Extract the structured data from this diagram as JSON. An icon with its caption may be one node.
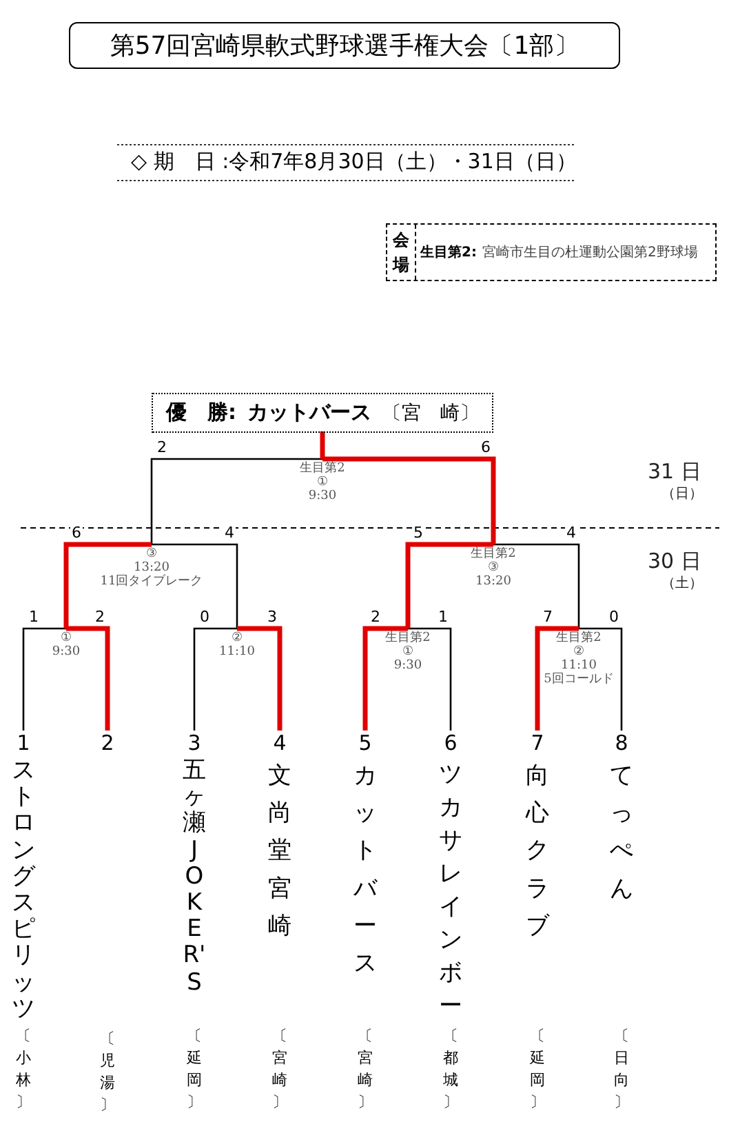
{
  "diagram": {
    "title": "第57回宮崎県軟式野球選手権大会〔1部〕",
    "nodes": [
      {
        "text": [
          "会場",
          "生目第2:",
          "宮崎市生目の杜運動公園第2野球場"
        ]
      },
      {
        "text": [
          "優　勝:",
          "カットバース",
          "〔宮　崎〕"
        ]
      },
      {
        "text": [
          "生目第2",
          "①",
          "9:30"
        ]
      },
      {
        "text": [
          "③",
          "13:20",
          "11回タイブレーク"
        ]
      },
      {
        "text": [
          "生目第2",
          "③",
          "13:20"
        ]
      },
      {
        "text": [
          "①",
          "9:30"
        ]
      },
      {
        "text": [
          "②",
          "11:10"
        ]
      },
      {
        "text": [
          "生目第2",
          "①",
          "9:30"
        ]
      },
      {
        "text": [
          "生目第2",
          "②",
          "11:10",
          "5回コールド"
        ]
      },
      {
        "text": [
          "1",
          "ストロングスピリッツ",
          "〔小林〕"
        ]
      },
      {
        "text": [
          "2",
          "〔児湯〕"
        ]
      },
      {
        "text": [
          "3",
          "五ヶ瀬JOKER'S",
          "〔延岡〕"
        ]
      },
      {
        "text": [
          "4",
          "文尚堂宮崎",
          "〔宮崎〕"
        ]
      },
      {
        "text": [
          "5",
          "カットバース",
          "〔宮崎〕"
        ]
      },
      {
        "text": [
          "6",
          "ツカサレインボー",
          "〔都城〕"
        ]
      },
      {
        "text": [
          "7",
          "向心クラブ",
          "〔延岡〕"
        ]
      },
      {
        "text": [
          "8",
          "てっぺん",
          "〔日向〕"
        ]
      }
    ],
    "edges": [
      {
        "from": 9,
        "to": 5,
        "arrow": "none",
        "label": "1",
        "color": "#000000"
      },
      {
        "from": 10,
        "to": 5,
        "arrow": "none",
        "label": "2"
      },
      {
        "from": 11,
        "to": 6,
        "arrow": "none",
        "label": "0",
        "color": "#000000"
      },
      {
        "from": 12,
        "to": 6,
        "arrow": "none",
        "label": "3"
      },
      {
        "from": 13,
        "to": 7,
        "arrow": "none",
        "label": "2"
      },
      {
        "from": 14,
        "to": 7,
        "arrow": "none",
        "label": "1",
        "color": "#000000"
      },
      {
        "from": 15,
        "to": 8,
        "arrow": "none",
        "label": "7"
      },
      {
        "from": 16,
        "to": 8,
        "arrow": "none",
        "label": "0",
        "color": "#000000"
      },
      {
        "from": 5,
        "to": 3,
        "arrow": "none",
        "label": "6"
      },
      {
        "from": 6,
        "to": 3,
        "arrow": "none",
        "label": "4",
        "color": "#000000"
      },
      {
        "from": 7,
        "to": 4,
        "arrow": "none",
        "label": "5"
      },
      {
        "from": 8,
        "to": 4,
        "arrow": "none",
        "label": "4",
        "color": "#000000"
      },
      {
        "from": 3,
        "to": 2,
        "arrow": "none",
        "label": "2",
        "color": "#000000"
      },
      {
        "from": 4,
        "to": 2,
        "arrow": "none",
        "label": "6"
      },
      {
        "from": 2,
        "to": 1,
        "arrow": "none"
      }
    ],
    "labels": [
      "◇ 期　日 :令和7年8月30日（土）・31日（日）",
      "31 日",
      "（日）",
      "30 日",
      "（土）"
    ]
  }
}
